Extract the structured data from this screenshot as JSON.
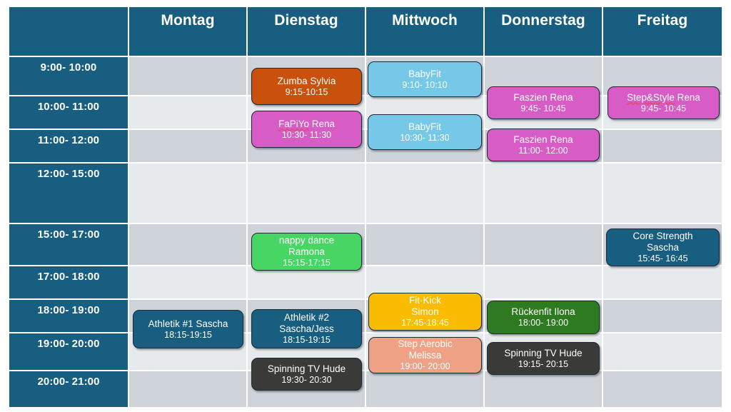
{
  "header": {
    "corner_label": "",
    "days": [
      "Montag",
      "Dienstag",
      "Mittwoch",
      "Donnerstag",
      "Freitag"
    ]
  },
  "time_slots": [
    "9:00- 10:00",
    "10:00- 11:00",
    "11:00- 12:00",
    "12:00- 15:00",
    "15:00- 17:00",
    "17:00- 18:00",
    "18:00- 19:00",
    "19:00- 20:00",
    "20:00- 21:00"
  ],
  "colors": {
    "header_teal": "#175e80",
    "row_shade_dark": "#ced2d9",
    "row_shade_light": "#e6eaed",
    "zumba_orange": "#c9500d",
    "fapiyo_magenta": "#d85cc6",
    "babyfit_blue": "#76c8e8",
    "faszien_magenta": "#d85cc6",
    "stepstyle_magenta": "#d85cc6",
    "nappy_green": "#47d663",
    "core_teal": "#175e80",
    "athletik_teal": "#175e80",
    "fitkick_gold": "#fabc00",
    "rueckenfit_green": "#2d7a20",
    "spinning_dark": "#3a3a38",
    "stepaerobic_salmon": "#efa185",
    "card_border": "#1d2b33",
    "spellcheck_red": "#e8413c"
  },
  "events": [
    {
      "id": "zumba-sylvia",
      "day": "Dienstag",
      "title": "Zumba Sylvia",
      "instructor": "",
      "time": "9:15-10:15",
      "color": "#c9500d",
      "spellcheck": false
    },
    {
      "id": "babyfit-morning",
      "day": "Mittwoch",
      "title": "BabyFit",
      "instructor": "",
      "time": "9:10- 10:10",
      "color": "#76c8e8",
      "spellcheck": false
    },
    {
      "id": "faszien-rena-0945",
      "day": "Donnerstag",
      "title": "Faszien Rena",
      "instructor": "",
      "time": "9:45- 10:45",
      "color": "#d85cc6",
      "spellcheck": false
    },
    {
      "id": "stepstyle-rena",
      "day": "Freitag",
      "title": "Step&Style Rena",
      "title_spell_part": "Step&Style",
      "title_rest": " Rena",
      "instructor": "",
      "time": "9:45- 10:45",
      "color": "#d85cc6",
      "spellcheck": true
    },
    {
      "id": "fapiyo-rena",
      "day": "Dienstag",
      "title": "FaPiYo Rena",
      "title_spell_part": "FaPiYo",
      "title_rest": " Rena",
      "instructor": "",
      "time": "10:30- 11:30",
      "color": "#d85cc6",
      "spellcheck": true
    },
    {
      "id": "babyfit-late",
      "day": "Mittwoch",
      "title": "BabyFit",
      "instructor": "",
      "time": "10:30- 11:30",
      "color": "#76c8e8",
      "spellcheck": false
    },
    {
      "id": "faszien-rena-1100",
      "day": "Donnerstag",
      "title": "Faszien Rena",
      "instructor": "",
      "time": "11:00- 12:00",
      "color": "#d85cc6",
      "spellcheck": false
    },
    {
      "id": "nappy-dance",
      "day": "Dienstag",
      "title": "nappy dance",
      "instructor": "Ramona",
      "time": "15:15-17:15",
      "color": "#47d663",
      "spellcheck": false
    },
    {
      "id": "core-strength",
      "day": "Freitag",
      "title": "Core Strength",
      "instructor": "Sascha",
      "time": "15:45- 16:45",
      "color": "#175e80",
      "spellcheck": false
    },
    {
      "id": "fit-kick",
      "day": "Mittwoch",
      "title": "Fit-Kick",
      "instructor": "Simon",
      "time": "17:45-18:45",
      "color": "#fabc00",
      "spellcheck": false
    },
    {
      "id": "athletik-1",
      "day": "Montag",
      "title": "Athletik #1 Sascha",
      "instructor": "",
      "time": "18:15-19:15",
      "color": "#175e80",
      "spellcheck": false
    },
    {
      "id": "athletik-2",
      "day": "Dienstag",
      "title": "Athletik #2",
      "instructor": "Sascha/Jess",
      "time": "18:15-19:15",
      "color": "#175e80",
      "spellcheck": false
    },
    {
      "id": "rueckenfit-ilona",
      "day": "Donnerstag",
      "title": "Rückenfit Ilona",
      "instructor": "",
      "time": "18:00- 19:00",
      "color": "#2d7a20",
      "spellcheck": false
    },
    {
      "id": "step-aerobic",
      "day": "Mittwoch",
      "title": "Step Aerobic",
      "instructor": "Melissa",
      "time": "19:00- 20:00",
      "color": "#efa185",
      "spellcheck": false
    },
    {
      "id": "spinning-donnerstag",
      "day": "Donnerstag",
      "title": "Spinning TV Hude",
      "instructor": "",
      "time": "19:15- 20:15",
      "color": "#3a3a38",
      "spellcheck": false
    },
    {
      "id": "spinning-dienstag",
      "day": "Dienstag",
      "title": "Spinning TV Hude",
      "instructor": "",
      "time": "19:30- 20:30",
      "color": "#3a3a38",
      "spellcheck": false
    }
  ]
}
